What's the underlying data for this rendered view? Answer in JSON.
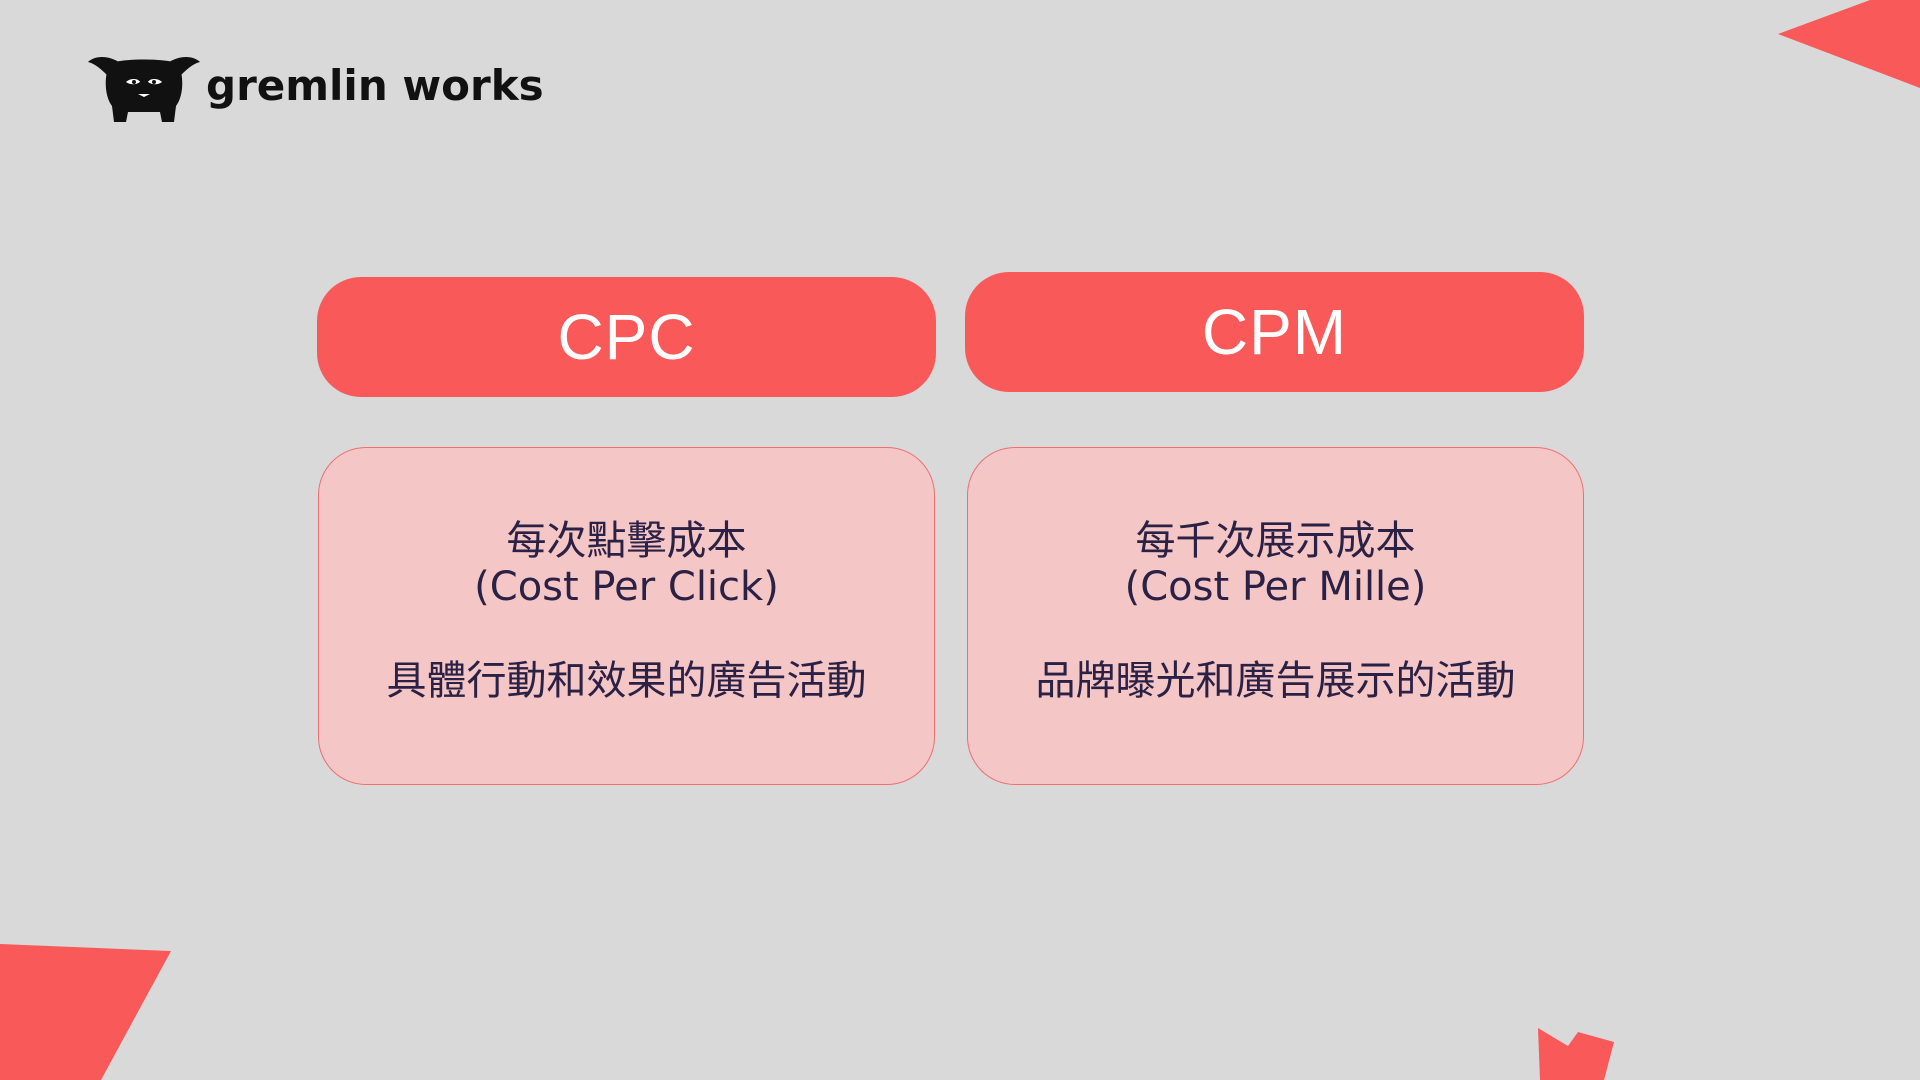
{
  "brand": {
    "name": "gremlin works",
    "logo_icon": "gremlin-mascot-icon",
    "accent_color": "#f95959",
    "card_color": "#f5c6c6",
    "background_color": "#d9d9d9"
  },
  "columns": [
    {
      "header": "CPC",
      "title": "每次點擊成本",
      "subtitle": "(Cost Per Click)",
      "description": "具體行動和效果的廣告活動"
    },
    {
      "header": "CPM",
      "title": "每千次展示成本",
      "subtitle": "(Cost Per Mille)",
      "description": "品牌曝光和廣告展示的活動"
    }
  ]
}
